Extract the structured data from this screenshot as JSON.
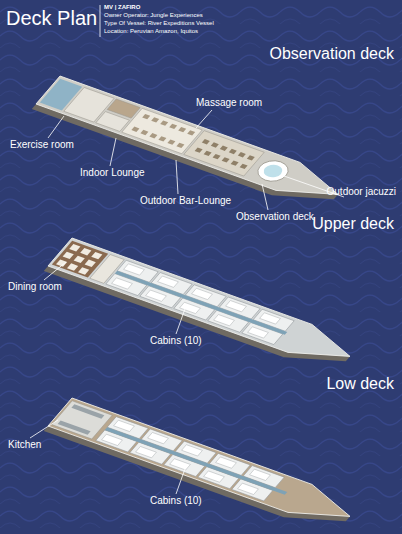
{
  "diagram": {
    "title": "Deck Plan",
    "labels": [
      "MV | ZAFIRO",
      "Owner Operator: Jungle Experiences",
      "Type Of Vessel: River Expeditions Vessel",
      "Location: Peruvian Amazon, Iquitos",
      "Observation deck",
      "Massage room",
      "Exercise room",
      "Indoor Lounge",
      "Outdoor Bar-Lounge",
      "Observation deck",
      "Outdoor jacuzzi",
      "Upper deck",
      "Dining room",
      "Cabins (10)",
      "Low deck",
      "Kitchen",
      "Cabins (10)"
    ]
  }
}
